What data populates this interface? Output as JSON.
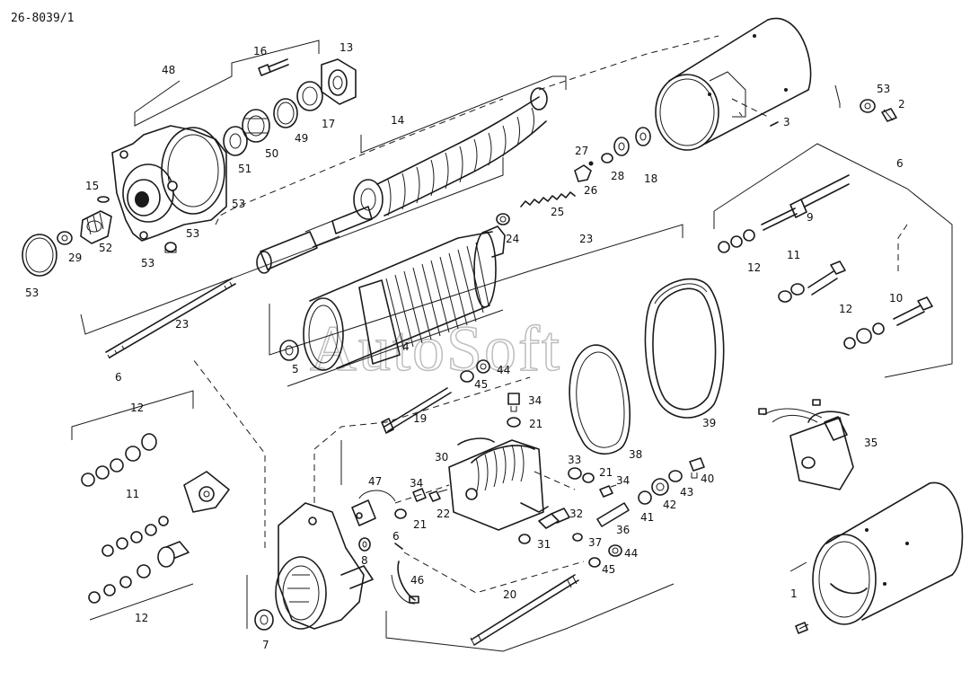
{
  "document": {
    "code": "26-8039/1",
    "watermark": "AutoSoft"
  },
  "part_numbers": {
    "p1": "1",
    "p2": "2",
    "p3": "3",
    "p4": "4",
    "p5": "5",
    "p6": "6",
    "p7": "7",
    "p8": "8",
    "p9": "9",
    "p10": "10",
    "p11": "11",
    "p12": "12",
    "p13": "13",
    "p14": "14",
    "p15": "15",
    "p16": "16",
    "p17": "17",
    "p18": "18",
    "p19": "19",
    "p20": "20",
    "p21": "21",
    "p22": "22",
    "p23": "23",
    "p24": "24",
    "p25": "25",
    "p26": "26",
    "p27": "27",
    "p28": "28",
    "p29": "29",
    "p30": "30",
    "p31": "31",
    "p32": "32",
    "p33": "33",
    "p34": "34",
    "p35": "35",
    "p36": "36",
    "p37": "37",
    "p38": "38",
    "p39": "39",
    "p40": "40",
    "p41": "41",
    "p42": "42",
    "p43": "43",
    "p44": "44",
    "p45": "45",
    "p46": "46",
    "p47": "47",
    "p48": "48",
    "p49": "49",
    "p50": "50",
    "p51": "51",
    "p52": "52",
    "p53": "53"
  }
}
